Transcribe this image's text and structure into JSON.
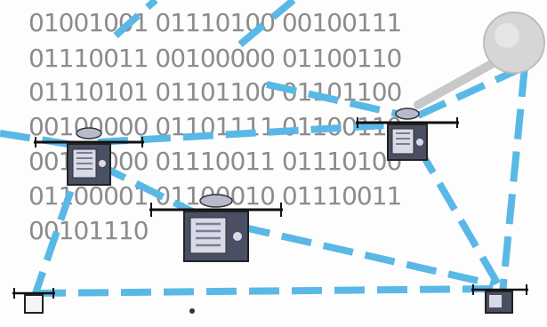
{
  "binary_text": [
    "01001001 01110100 00100111",
    "01110011 00100000 01100110",
    "01110101 01101100 01101100",
    "00100000 01101111 01100110",
    "00100000 01110011 01110100",
    "01100001 01100010 01110011",
    "00101110"
  ],
  "colors": {
    "link_dashed": "#5ab8e6",
    "link_gray": "#c8c8c8",
    "device_body": "#4a4f63",
    "device_screen": "#d8dae6",
    "rotor": "#111111",
    "sphere": "#cfcfcf"
  },
  "icons": {
    "drone_a": "drone-icon",
    "drone_b": "drone-icon",
    "drone_c": "drone-icon",
    "ground_left": "ground-station-icon",
    "ground_right": "ground-station-icon",
    "satellite": "satellite-sphere-icon"
  }
}
